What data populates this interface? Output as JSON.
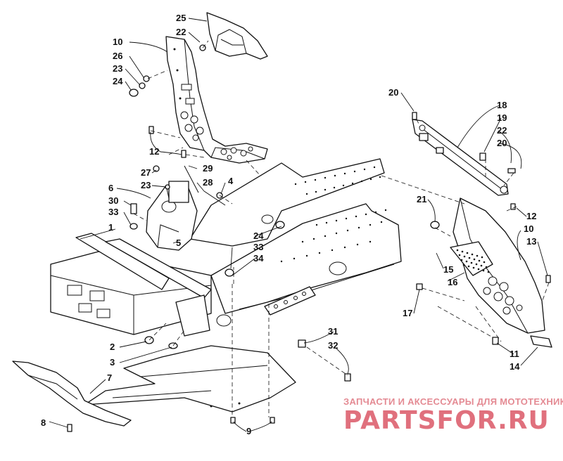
{
  "callouts": [
    {
      "id": "c25",
      "text": "25"
    },
    {
      "id": "c22a",
      "text": "22"
    },
    {
      "id": "c10a",
      "text": "10"
    },
    {
      "id": "c26",
      "text": "26"
    },
    {
      "id": "c23a",
      "text": "23"
    },
    {
      "id": "c24a",
      "text": "24"
    },
    {
      "id": "c12a",
      "text": "12"
    },
    {
      "id": "c27",
      "text": "27"
    },
    {
      "id": "c29",
      "text": "29"
    },
    {
      "id": "c23b",
      "text": "23"
    },
    {
      "id": "c28",
      "text": "28"
    },
    {
      "id": "c4",
      "text": "4"
    },
    {
      "id": "c6",
      "text": "6"
    },
    {
      "id": "c30",
      "text": "30"
    },
    {
      "id": "c33a",
      "text": "33"
    },
    {
      "id": "c1",
      "text": "1"
    },
    {
      "id": "c5",
      "text": "5"
    },
    {
      "id": "c24b",
      "text": "24"
    },
    {
      "id": "c33b",
      "text": "33"
    },
    {
      "id": "c34",
      "text": "34"
    },
    {
      "id": "c2",
      "text": "2"
    },
    {
      "id": "c3",
      "text": "3"
    },
    {
      "id": "c7",
      "text": "7"
    },
    {
      "id": "c8",
      "text": "8"
    },
    {
      "id": "c9",
      "text": "9"
    },
    {
      "id": "c31",
      "text": "31"
    },
    {
      "id": "c32",
      "text": "32"
    },
    {
      "id": "c20a",
      "text": "20"
    },
    {
      "id": "c18",
      "text": "18"
    },
    {
      "id": "c19",
      "text": "19"
    },
    {
      "id": "c22b",
      "text": "22"
    },
    {
      "id": "c20b",
      "text": "20"
    },
    {
      "id": "c21",
      "text": "21"
    },
    {
      "id": "c12b",
      "text": "12"
    },
    {
      "id": "c10b",
      "text": "10"
    },
    {
      "id": "c13",
      "text": "13"
    },
    {
      "id": "c15",
      "text": "15"
    },
    {
      "id": "c16",
      "text": "16"
    },
    {
      "id": "c17",
      "text": "17"
    },
    {
      "id": "c11",
      "text": "11"
    },
    {
      "id": "c14",
      "text": "14"
    }
  ],
  "watermark": {
    "tagline": "ЗАПЧАСТИ И АКСЕССУАРЫ ДЛЯ МОТОТЕХНИКИ",
    "logo": "PARTSFOR.RU"
  },
  "colors": {
    "line": "#111111",
    "background": "#ffffff",
    "watermark": "#e0707d"
  }
}
